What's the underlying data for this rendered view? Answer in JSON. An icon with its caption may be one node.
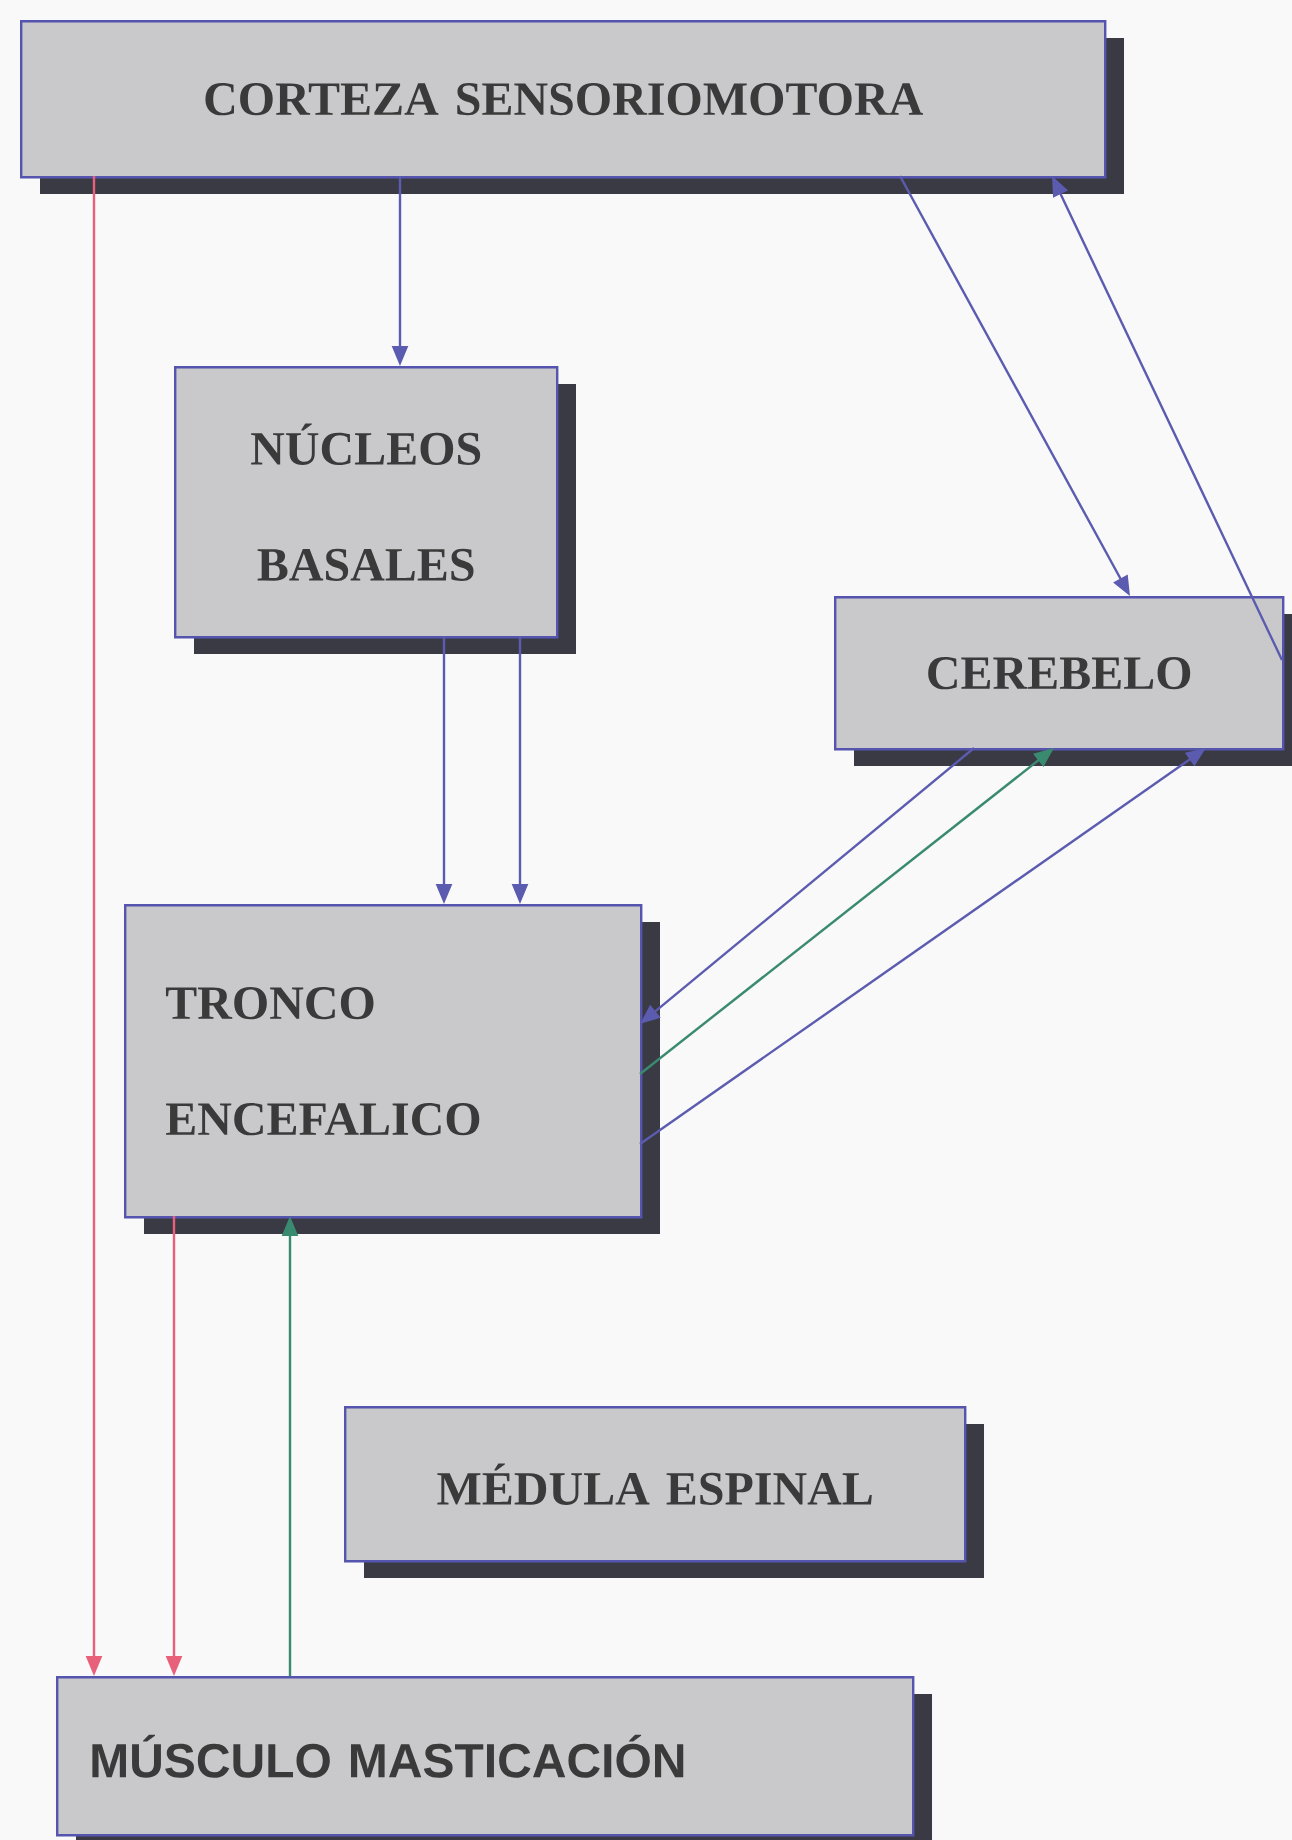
{
  "diagram": {
    "nodes": [
      {
        "text": [
          "CORTEZA SENSORIOMOTORA"
        ]
      },
      {
        "text": [
          "NÚCLEOS BASALES"
        ]
      },
      {
        "text": [
          "CEREBELO"
        ]
      },
      {
        "text": [
          "TRONCO ENCEFALICO"
        ]
      },
      {
        "text": [
          "MÉDULA ESPINAL"
        ]
      },
      {
        "text": [
          "MÚSCULO MASTICACIÓN"
        ]
      }
    ],
    "edges": [
      {
        "from": 0,
        "to": 5,
        "arrow": "to",
        "color": "#e8607a"
      },
      {
        "from": 0,
        "to": 1,
        "arrow": "to"
      },
      {
        "from": 0,
        "to": 2,
        "arrow": "to"
      },
      {
        "from": 2,
        "to": 0,
        "arrow": "to"
      },
      {
        "from": 1,
        "to": 3,
        "arrow": "to"
      },
      {
        "from": 1,
        "to": 3,
        "arrow": "to"
      },
      {
        "from": 2,
        "to": 3,
        "arrow": "to"
      },
      {
        "from": 3,
        "to": 2,
        "arrow": "to",
        "color": "#3a8a70"
      },
      {
        "from": 3,
        "to": 2,
        "arrow": "to"
      },
      {
        "from": 3,
        "to": 5,
        "arrow": "to",
        "color": "#e8607a"
      },
      {
        "from": 5,
        "to": 3,
        "arrow": "to",
        "color": "#3a8a70"
      }
    ]
  }
}
